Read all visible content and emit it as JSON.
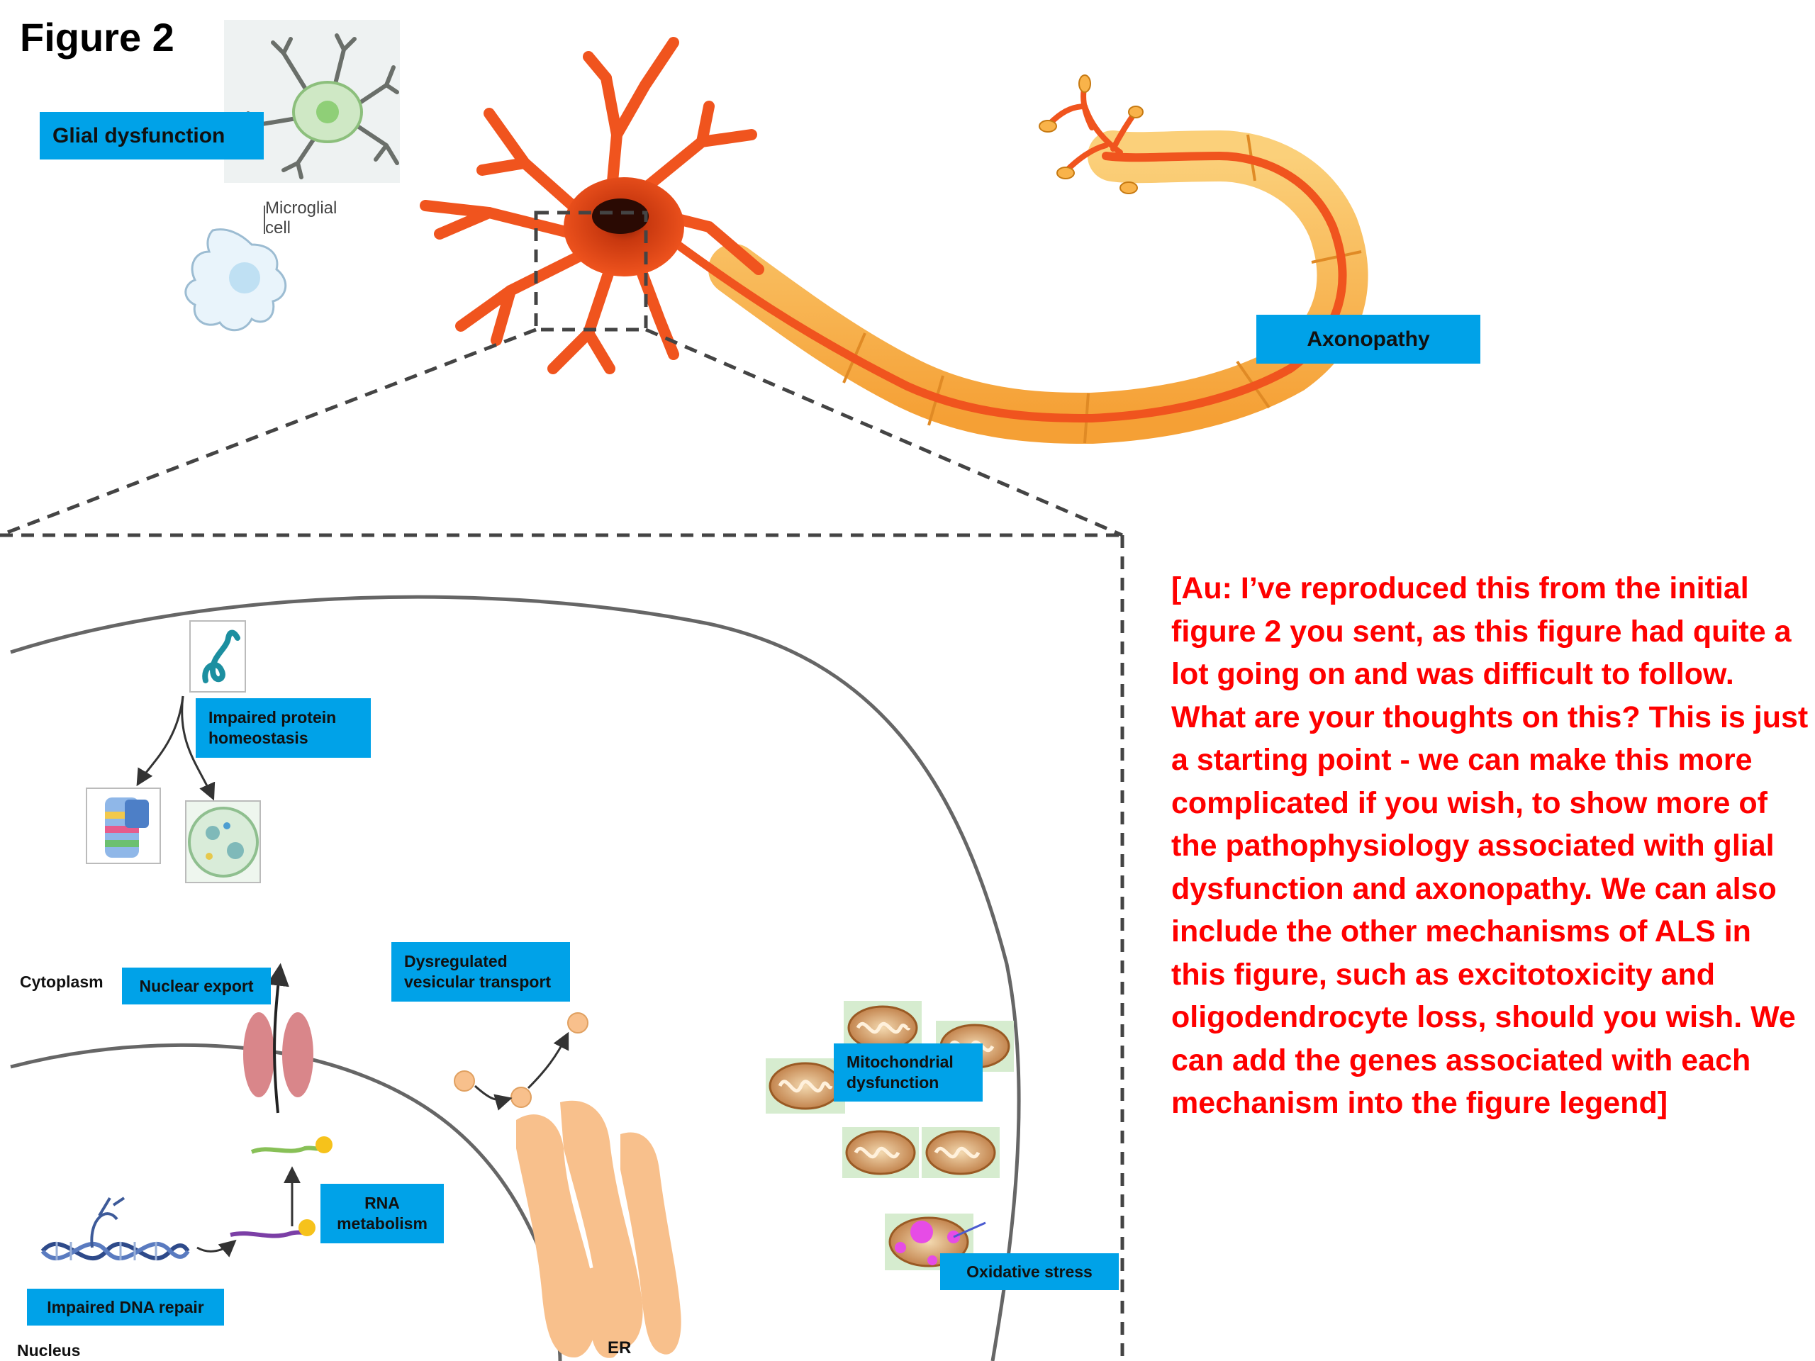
{
  "figure": {
    "title": "Figure 2"
  },
  "labels": {
    "glial_dysfunction": "Glial dysfunction",
    "microglial_cell": "Microglial\ncell",
    "axonopathy": "Axonopathy",
    "impaired_protein_homeostasis": "Impaired protein\nhomeostasis",
    "cytoplasm": "Cytoplasm",
    "nuclear_export": "Nuclear export",
    "dysregulated_vesicular_transport": "Dysregulated\nvesicular transport",
    "mitochondrial_dysfunction": "Mitochondrial\ndysfunction",
    "rna_metabolism": "RNA\nmetabolism",
    "impaired_dna_repair": "Impaired DNA repair",
    "nucleus": "Nucleus",
    "er": "ER",
    "oxidative_stress": "Oxidative stress"
  },
  "author_note": "[Au: I’ve reproduced this from the initial figure 2 you sent, as this figure had quite a lot going on and was difficult to follow. What are your thoughts on this? This is just a starting point - we can make this more complicated if you wish, to show more of the pathophysiology associated with glial dysfunction and axonopathy. We can also include the other mechanisms of ALS in this figure, such as excitotoxicity and oligodendrocyte loss, should you wish. We can add the genes associated with each mechanism into the figure legend]",
  "colors": {
    "label_bg": "#00a2e8",
    "neuron_body": "#f0541e",
    "axon_sheath": "#f9b34a",
    "note_text": "#ff0000",
    "er": "#f8c08c",
    "pore": "#d9868a"
  }
}
